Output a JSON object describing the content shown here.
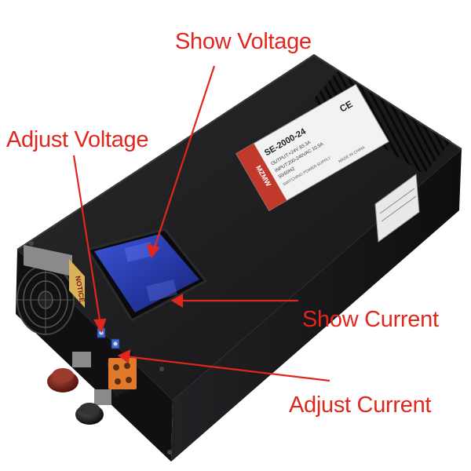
{
  "callouts": {
    "show_voltage": "Show Voltage",
    "adjust_voltage": "Adjust Voltage",
    "show_current": "Show Current",
    "adjust_current": "Adjust Current"
  },
  "product_label": {
    "brand": "MZMW",
    "model": "SE-2000-24",
    "output": "OUTPUT:+24V  83.3A",
    "input": "INPUT:200-240VAC 10.5A",
    "frequency": "50/60HZ",
    "subtitle": "SWITCHING POWER SUPPLY",
    "origin": "MADE IN CHINA",
    "certs": "CE"
  },
  "side_sticker": {
    "title": "NOTICE"
  },
  "colors": {
    "callout": "#e0261d",
    "case": "#1c1c1e",
    "display": "#2a3fa8",
    "terminal_red": "#7a1c12",
    "terminal_orange": "#e07a2a"
  }
}
